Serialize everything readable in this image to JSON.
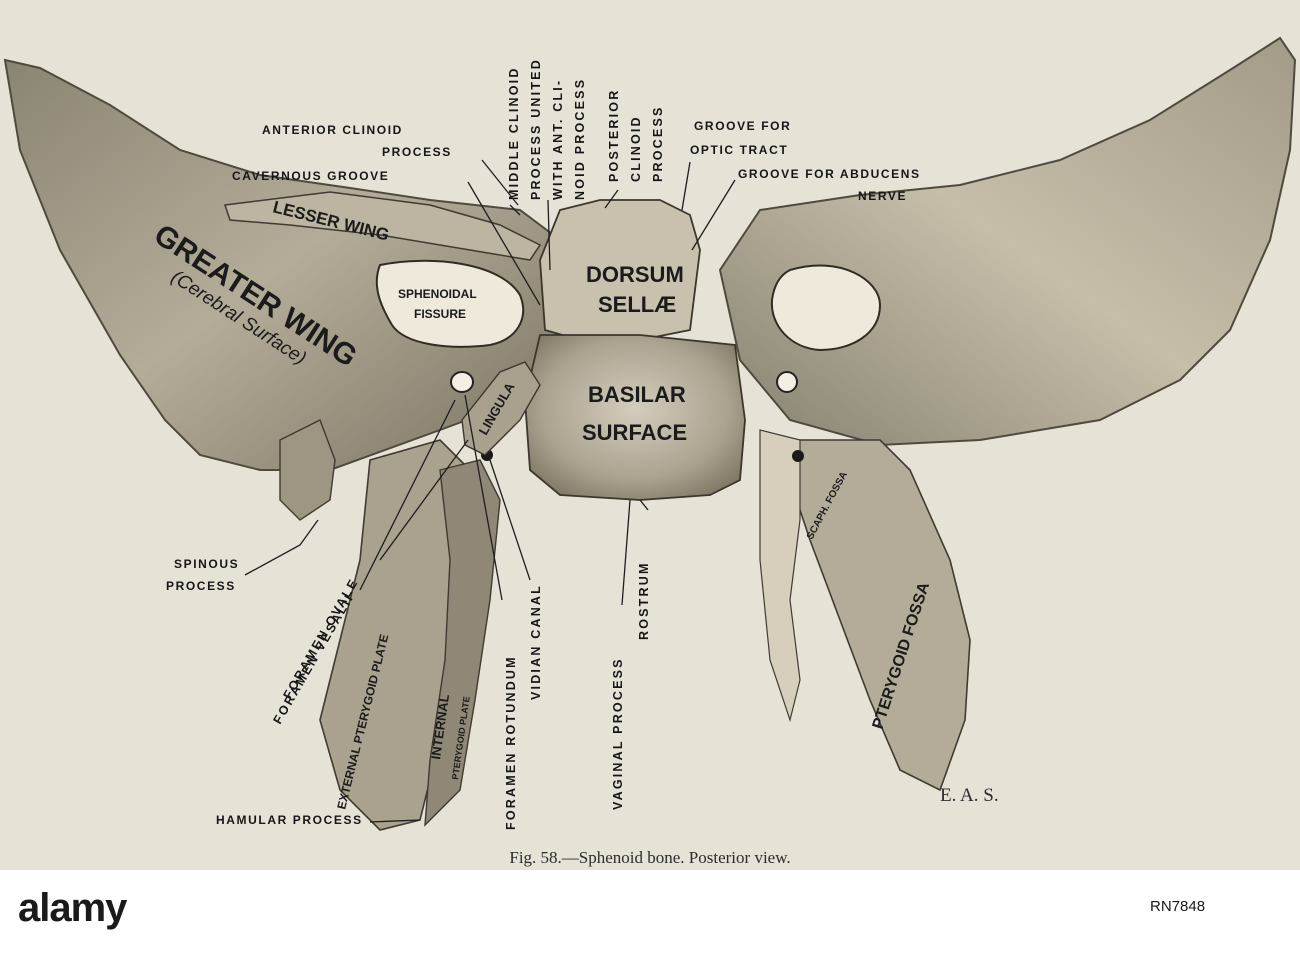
{
  "figure": {
    "caption": "Fig. 58.—Sphenoid bone.  Posterior view.",
    "artist_initials": "E. A. S."
  },
  "bone_labels": {
    "greater_wing": "GREATER WING",
    "greater_wing_sub": "(Cerebral Surface)",
    "lesser_wing": "LESSER WING",
    "sphenoidal_fissure_1": "SPHENOIDAL",
    "sphenoidal_fissure_2": "FISSURE",
    "dorsum_1": "DORSUM",
    "dorsum_2": "SELLÆ",
    "basilar_1": "BASILAR",
    "basilar_2": "SURFACE",
    "lingula": "LINGULA",
    "external_pterygoid": "EXTERNAL PTERYGOID PLATE",
    "internal_1": "INTERNAL",
    "internal_2": "PTERYGOID PLATE",
    "scaph_fossa": "SCAPH. FOSSA",
    "pterygoid_fossa": "PTERYGOID FOSSA"
  },
  "callouts": {
    "anterior_clinoid_1": "ANTERIOR CLINOID",
    "anterior_clinoid_2": "PROCESS",
    "cavernous_groove": "CAVERNOUS GROOVE",
    "middle_clinoid_1": "MIDDLE CLINOID",
    "middle_clinoid_2": "PROCESS UNITED",
    "middle_clinoid_3": "WITH ANT. CLI-",
    "middle_clinoid_4": "NOID PROCESS",
    "posterior_clinoid_1": "POSTERIOR",
    "posterior_clinoid_2": "CLINOID",
    "posterior_clinoid_3": "PROCESS",
    "groove_optic_1": "GROOVE FOR",
    "groove_optic_2": "OPTIC TRACT",
    "groove_abducens_1": "GROOVE FOR ABDUCENS",
    "groove_abducens_2": "NERVE",
    "spinous_1": "SPINOUS",
    "spinous_2": "PROCESS",
    "foramen_ovale": "FORAMEN OVALE",
    "foramen_vesalii": "FORAMEN VESALII",
    "foramen_rotundum": "FORAMEN ROTUNDUM",
    "vidian_canal": "VIDIAN CANAL",
    "vaginal_process": "VAGINAL PROCESS",
    "rostrum": "ROSTRUM",
    "hamular_process": "HAMULAR PROCESS"
  },
  "watermark": {
    "logo": "alamy",
    "image_id": "RN7848"
  }
}
